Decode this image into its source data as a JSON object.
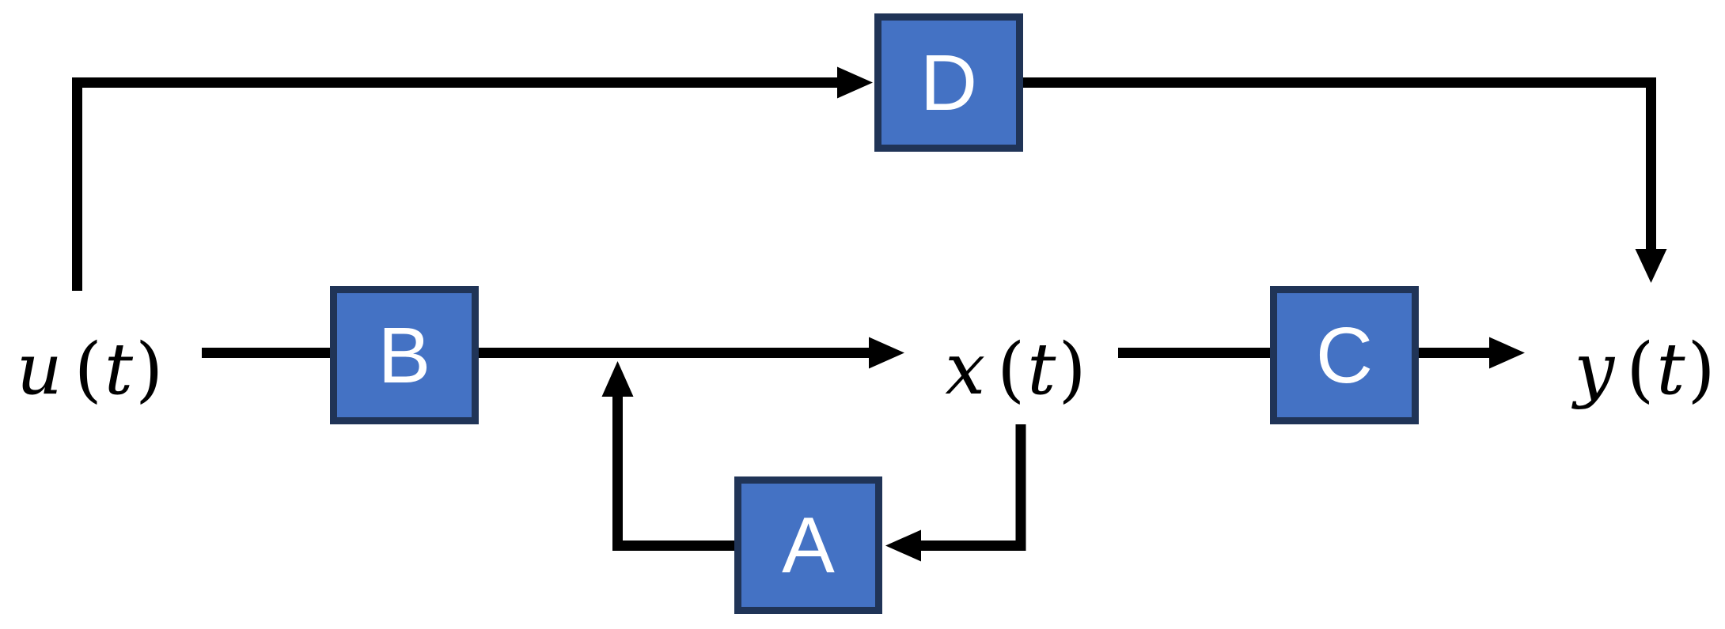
{
  "colors": {
    "background": "#ffffff",
    "block_fill": "#4472C4",
    "block_border": "#203457",
    "block_label": "#ffffff",
    "connector": "#000000"
  },
  "blocks": {
    "A": {
      "label": "A"
    },
    "B": {
      "label": "B"
    },
    "C": {
      "label": "C"
    },
    "D": {
      "label": "D"
    }
  },
  "signals": {
    "u": {
      "text": "u(t)",
      "var": "u",
      "open": "(",
      "arg": "t",
      "close": ")"
    },
    "x": {
      "text": "x(t)",
      "var": "x",
      "open": "(",
      "arg": "t",
      "close": ")"
    },
    "y": {
      "text": "y(t)",
      "var": "y",
      "open": "(",
      "arg": "t",
      "close": ")"
    }
  },
  "edges": [
    {
      "from": "u(t)",
      "to": "D",
      "arrowhead": true
    },
    {
      "from": "D",
      "to": "y(t)",
      "arrowhead": true
    },
    {
      "from": "u(t)",
      "to": "B",
      "arrowhead": false
    },
    {
      "from": "B",
      "to": "x(t)",
      "arrowhead": true
    },
    {
      "from": "x(t)",
      "to": "C",
      "arrowhead": false
    },
    {
      "from": "C",
      "to": "y(t)",
      "arrowhead": true
    },
    {
      "from": "x(t)",
      "to": "A",
      "arrowhead": true
    },
    {
      "from": "A",
      "to": "B-to-x(t) line",
      "arrowhead": true
    }
  ]
}
